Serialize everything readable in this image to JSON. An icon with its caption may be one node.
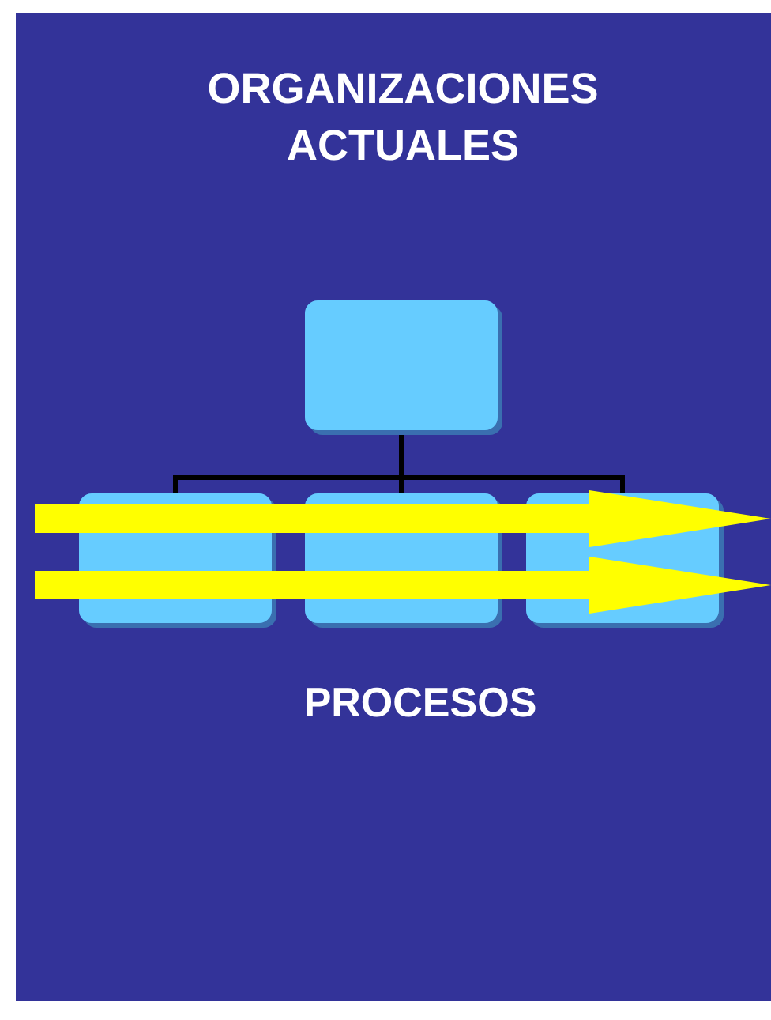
{
  "diagram": {
    "title": "ORGANIZACIONES ACTUALES",
    "nodes": [
      {
        "text": [],
        "shape": "box"
      },
      {
        "text": [],
        "shape": "box"
      },
      {
        "text": [],
        "shape": "box"
      },
      {
        "text": [],
        "shape": "box"
      }
    ],
    "edges": [
      {
        "from": 0,
        "to": 1,
        "arrow": "none"
      },
      {
        "from": 0,
        "to": 2,
        "arrow": "none"
      },
      {
        "from": 0,
        "to": 3,
        "arrow": "none"
      }
    ],
    "labels": [
      "PROCESOS"
    ]
  }
}
